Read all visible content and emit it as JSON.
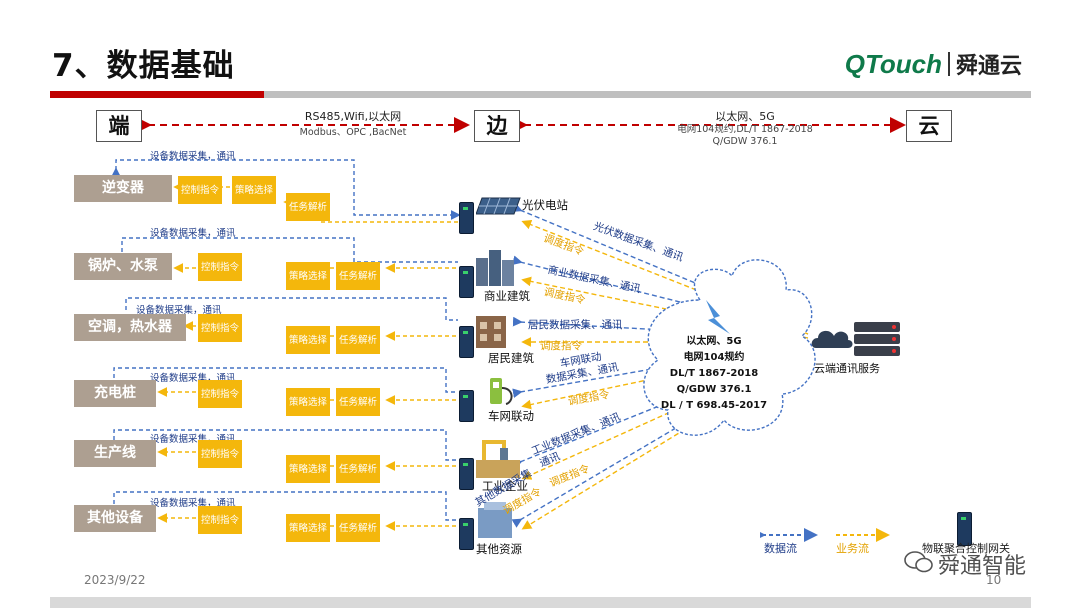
{
  "title": "7、数据基础",
  "logo": {
    "brand": "QTouch",
    "name": "舜通云"
  },
  "tiers": {
    "end": "端",
    "edge": "边",
    "cloud": "云"
  },
  "link_left": {
    "main": "RS485,Wifi,以太网",
    "sub": "Modbus、OPC ,BacNet"
  },
  "link_right": {
    "main": "以太网、5G",
    "sub1": "电网104规约,DL/T 1867-2018",
    "sub2": "Q/GDW 376.1"
  },
  "collect_label": "设备数据采集，通讯",
  "boxes": {
    "control": "控制指令",
    "strategy": "策略选择",
    "task": "任务解析"
  },
  "devices": [
    "逆变器",
    "锅炉、水泵",
    "空调，热水器",
    "充电桩",
    "生产线",
    "其他设备"
  ],
  "sites": [
    "光伏电站",
    "商业建筑",
    "居民建筑",
    "车网联动",
    "工业企业",
    "其他资源"
  ],
  "diag": {
    "pv": "光伏数据采集、通讯",
    "com": "商业数据采集、通讯",
    "res": "居民数据采集、通讯",
    "ev1": "车网联动",
    "ev2": "数据采集、通讯",
    "ind1": "工业数据采集、通讯",
    "ind2": "通讯",
    "oth": "其他数据采集",
    "dispatch": "调度指令"
  },
  "cloud": {
    "l1": "以太网、5G",
    "l2": "电网104规约",
    "l3": "DL/T 1867-2018",
    "l4": "Q/GDW 376.1",
    "l5": "DL / T 698.45-2017"
  },
  "server_label": "云端通讯服务",
  "legend": {
    "data": "数据流",
    "business": "业务流",
    "gateway": "物联聚合控制网关"
  },
  "footer": {
    "date": "2023/9/22",
    "page": "10"
  },
  "watermark": "舜通智能",
  "colors": {
    "accent_red": "#c00000",
    "data_flow": "#4472c4",
    "business_flow": "#f4b70c",
    "device_box": "#ad9f91"
  }
}
